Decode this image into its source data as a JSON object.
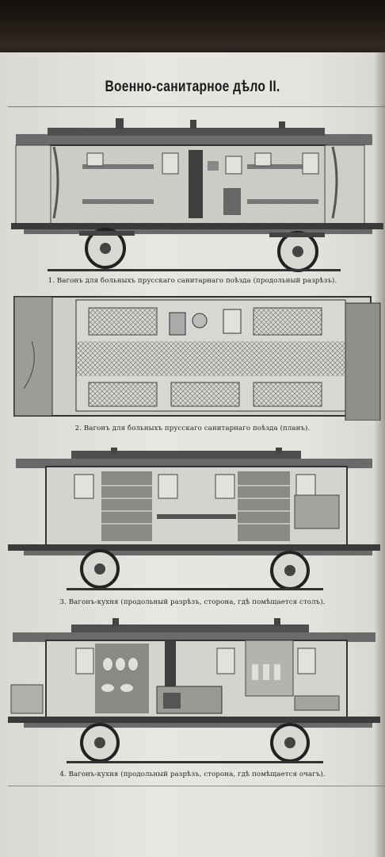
{
  "page": {
    "title": "Военно-санитарное дѣло II."
  },
  "figures": [
    {
      "caption": "1. Вагонъ для больныхъ прусскаго санитарнаго поѣзда (продольный разрѣзъ)."
    },
    {
      "caption": "2. Вагонъ для больныхъ прусскаго санитарнаго поѣзда (планъ)."
    },
    {
      "caption": "3. Вагонъ-кухня (продольный разрѣзъ, сторона, гдѣ помѣщается столъ)."
    },
    {
      "caption": "4. Вагонъ-кухня (продольный разрѣзъ, сторона, гдѣ помѣщается очагъ)."
    }
  ]
}
